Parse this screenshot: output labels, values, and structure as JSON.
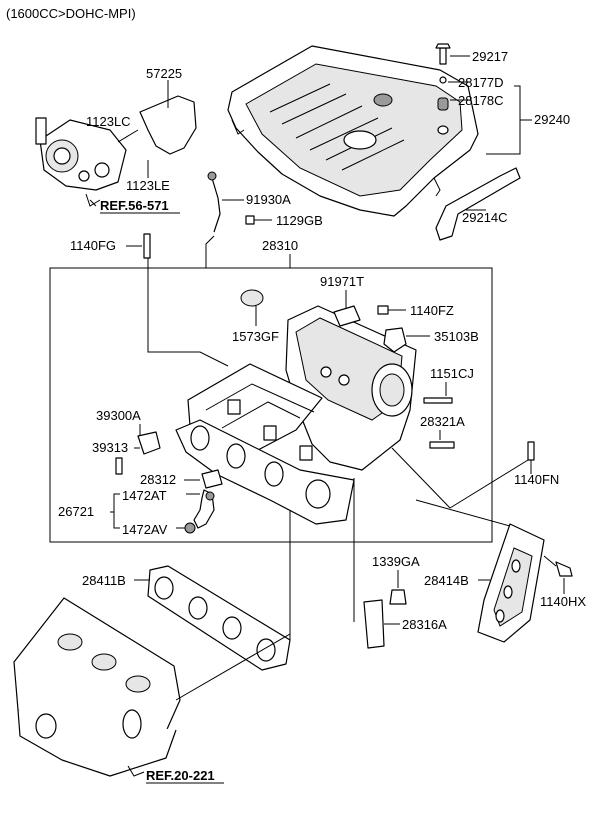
{
  "title": "(1600CC>DOHC-MPI)",
  "labels": {
    "p29217": "29217",
    "p28177D": "28177D",
    "p28178C": "28178C",
    "p29240": "29240",
    "p29214C": "29214C",
    "p57225": "57225",
    "p1123LC": "1123LC",
    "p1123LE": "1123LE",
    "p91930A": "91930A",
    "p1129GB": "1129GB",
    "p1140FG": "1140FG",
    "p28310": "28310",
    "p91971T": "91971T",
    "p1140FZ": "1140FZ",
    "p1573GF": "1573GF",
    "p35103B": "35103B",
    "p1151CJ": "1151CJ",
    "p28321A": "28321A",
    "p39300A": "39300A",
    "p39313": "39313",
    "p28312": "28312",
    "p1472AT": "1472AT",
    "p26721": "26721",
    "p1472AV": "1472AV",
    "p1140FN": "1140FN",
    "p28411B": "28411B",
    "p1339GA": "1339GA",
    "p28414B": "28414B",
    "p1140HX": "1140HX",
    "p28316A": "28316A"
  },
  "refs": {
    "ref56": "REF.56-571",
    "ref20": "REF.20-221"
  }
}
